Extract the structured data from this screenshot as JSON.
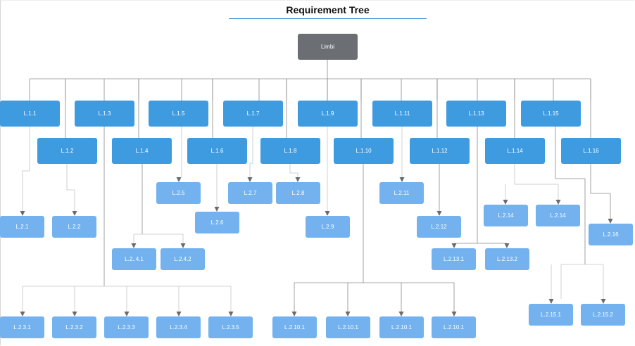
{
  "title": "Requirement Tree",
  "colors": {
    "root": "#6b6f74",
    "level1": "#3f9be0",
    "level2": "#73b2ef",
    "connector": "#8a8a8a"
  },
  "nodes": {
    "root": "Limbi",
    "l1_1": "L.1.1",
    "l1_2": "L.1.2",
    "l1_3": "L.1.3",
    "l1_4": "L.1.4",
    "l1_5": "L.1.5",
    "l1_6": "L.1.6",
    "l1_7": "L.1.7",
    "l1_8": "L.1.8",
    "l1_9": "L.1.9",
    "l1_10": "L.1.10",
    "l1_11": "L.1.11",
    "l1_12": "L.1.12",
    "l1_13": "L.1.13",
    "l1_14": "L.1.14",
    "l1_15": "L.1.15",
    "l1_16": "L.1.16",
    "l2_1": "L.2.1",
    "l2_2": "L.2.2",
    "l2_3_1": "L.2.3.1",
    "l2_3_2": "L.2.3.2",
    "l2_3_3": "L.2.3.3",
    "l2_3_4": "L.2.3.4",
    "l2_3_5": "L.2.3.5",
    "l2_4_1": "L.2..4.1",
    "l2_4_2": "L.2.4.2",
    "l2_5": "L.2.5",
    "l2_6": "L.2.6",
    "l2_7": "L.2.7",
    "l2_8": "L.2.8",
    "l2_9": "L.2.9",
    "l2_10_a": "L.2.10.1",
    "l2_10_b": "L.2.10.1",
    "l2_10_c": "L.2.10.1",
    "l2_10_d": "L.2.10.1",
    "l2_11": "L.2.11",
    "l2_12": "L.2.12",
    "l2_13_1": "L.2.13.1",
    "l2_13_2": "L.2.13.2",
    "l2_14_a": "L.2.14",
    "l2_14_b": "L.2.14",
    "l2_15_1": "L.2.15.1",
    "l2_15_2": "L.2.15.2",
    "l2_16": "L.2.16"
  }
}
